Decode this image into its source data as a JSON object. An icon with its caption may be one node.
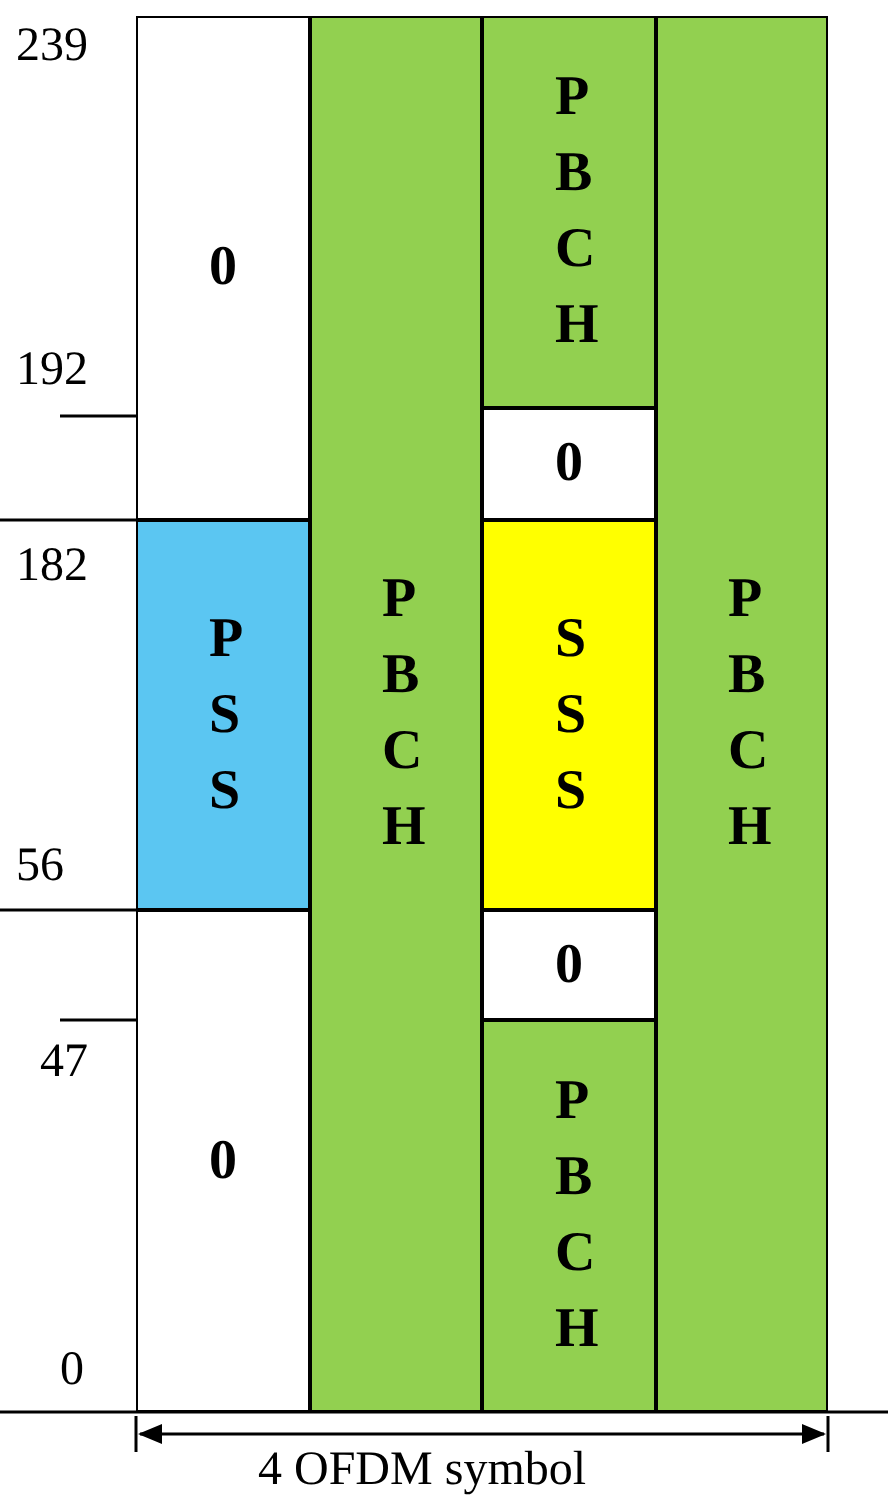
{
  "diagram": {
    "nodes": [
      {
        "text": [
          "0"
        ]
      },
      {
        "text": [
          "PSS"
        ]
      },
      {
        "text": [
          "0"
        ]
      },
      {
        "text": [
          "PBCH"
        ]
      },
      {
        "text": [
          "PBCH"
        ]
      },
      {
        "text": [
          "0"
        ]
      },
      {
        "text": [
          "SSS"
        ]
      },
      {
        "text": [
          "0"
        ]
      },
      {
        "text": [
          "PBCH"
        ]
      },
      {
        "text": [
          "PBCH"
        ]
      }
    ],
    "edges": [],
    "labels": [
      "239",
      "192",
      "182",
      "56",
      "47",
      "0",
      "4 OFDM symbol"
    ]
  }
}
